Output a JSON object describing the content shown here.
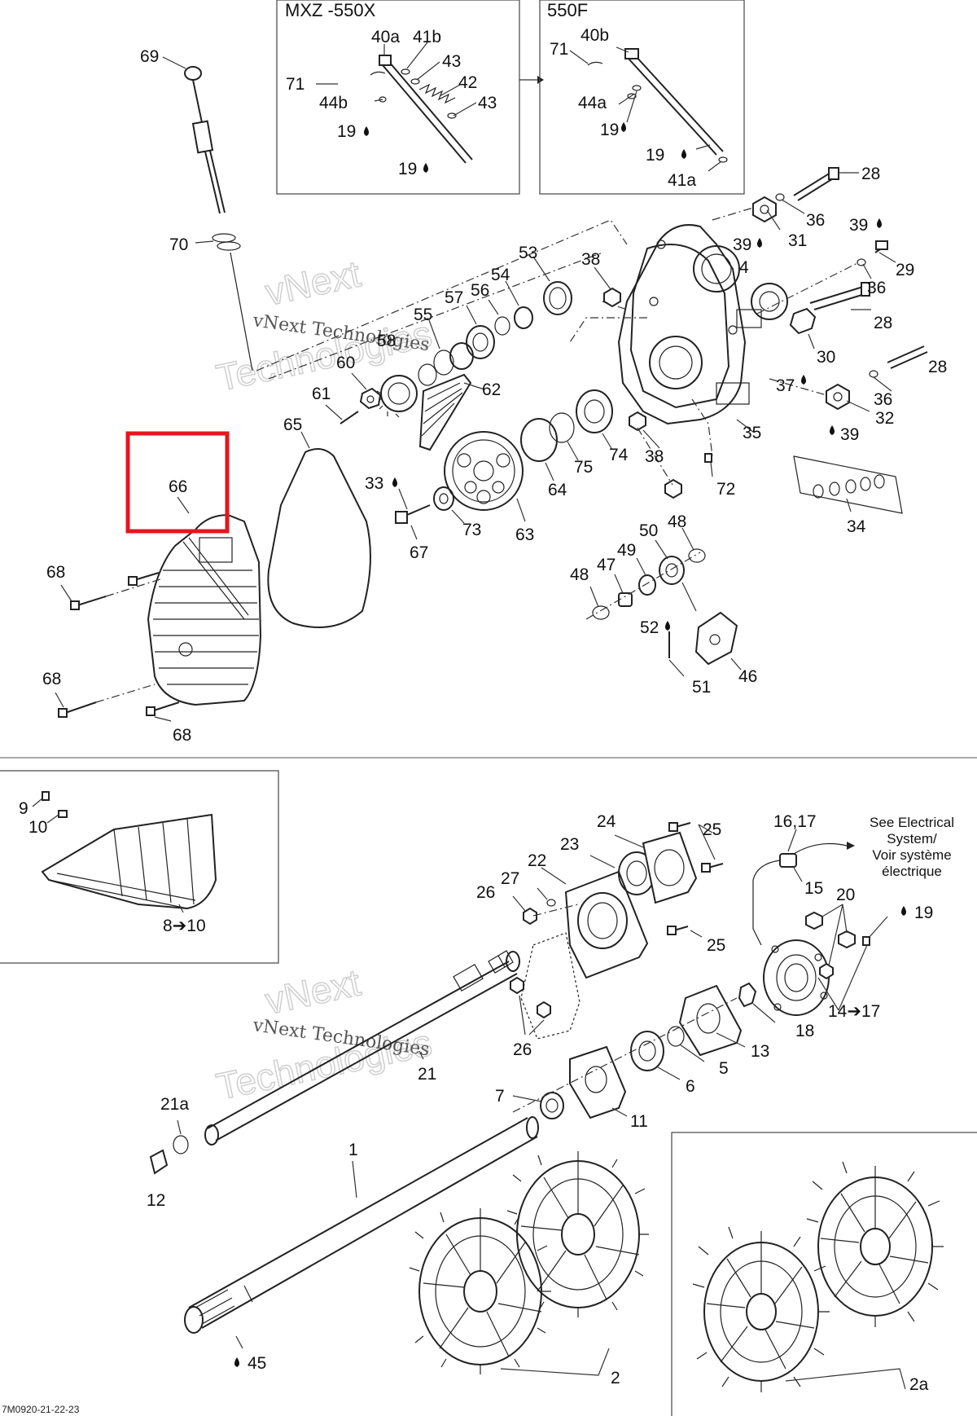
{
  "diagram": {
    "inset_labels": {
      "mxz": "MXZ -550X",
      "f550": "550F"
    },
    "electrical_note": [
      "See Electrical",
      "System/",
      "Voir système",
      "électrique"
    ],
    "watermark": {
      "company": "vNext Technologies",
      "line1": "vNext",
      "line2": "Technologies"
    },
    "drawing_code": "7M0920-21-22-23",
    "highlight_color": "#e3171d",
    "callouts": {
      "c69": "69",
      "c70": "70",
      "c71a": "71",
      "c40a": "40a",
      "c41b": "41b",
      "c43a": "43",
      "c42": "42",
      "c43b": "43",
      "c44b": "44b",
      "c19a": "19",
      "c19b": "19",
      "c71b": "71",
      "c40b": "40b",
      "c44a": "44a",
      "c19c": "19",
      "c19d": "19",
      "c41a": "41a",
      "c28a": "28",
      "c36a": "36",
      "c31": "31",
      "c39a": "39",
      "c39b": "39",
      "c29": "29",
      "c4": "4",
      "c36b": "36",
      "c28b": "28",
      "c30": "30",
      "c28c": "28",
      "c37": "37",
      "c36c": "36",
      "c32": "32",
      "c39c": "39",
      "c35": "35",
      "c38a": "38",
      "c53": "53",
      "c54": "54",
      "c56": "56",
      "c57": "57",
      "c55": "55",
      "c58": "58",
      "c60": "60",
      "c61": "61",
      "c62": "62",
      "c65": "65",
      "c66": "66",
      "c33": "33",
      "c67": "67",
      "c73": "73",
      "c63": "63",
      "c64": "64",
      "c75": "75",
      "c74": "74",
      "c38b": "38",
      "c72": "72",
      "c34": "34",
      "c50": "50",
      "c48a": "48",
      "c49": "49",
      "c47": "47",
      "c48b": "48",
      "c52": "52",
      "c51": "51",
      "c46": "46",
      "c68a": "68",
      "c68b": "68",
      "c68c": "68",
      "c9": "9",
      "c10": "10",
      "c8to10": "8➔10",
      "c24": "24",
      "c25a": "25",
      "c23": "23",
      "c22": "22",
      "c27": "27",
      "c26a": "26",
      "c25b": "25",
      "c26b": "26",
      "c1617": "16,17",
      "c15": "15",
      "c20": "20",
      "c19e": "19",
      "c18": "18",
      "c14to17": "14➔17",
      "c13": "13",
      "c5": "5",
      "c6": "6",
      "c11": "11",
      "c7": "7",
      "c21": "21",
      "c21a": "21a",
      "c12": "12",
      "c1": "1",
      "c45": "45",
      "c2": "2",
      "c2a": "2a"
    }
  }
}
